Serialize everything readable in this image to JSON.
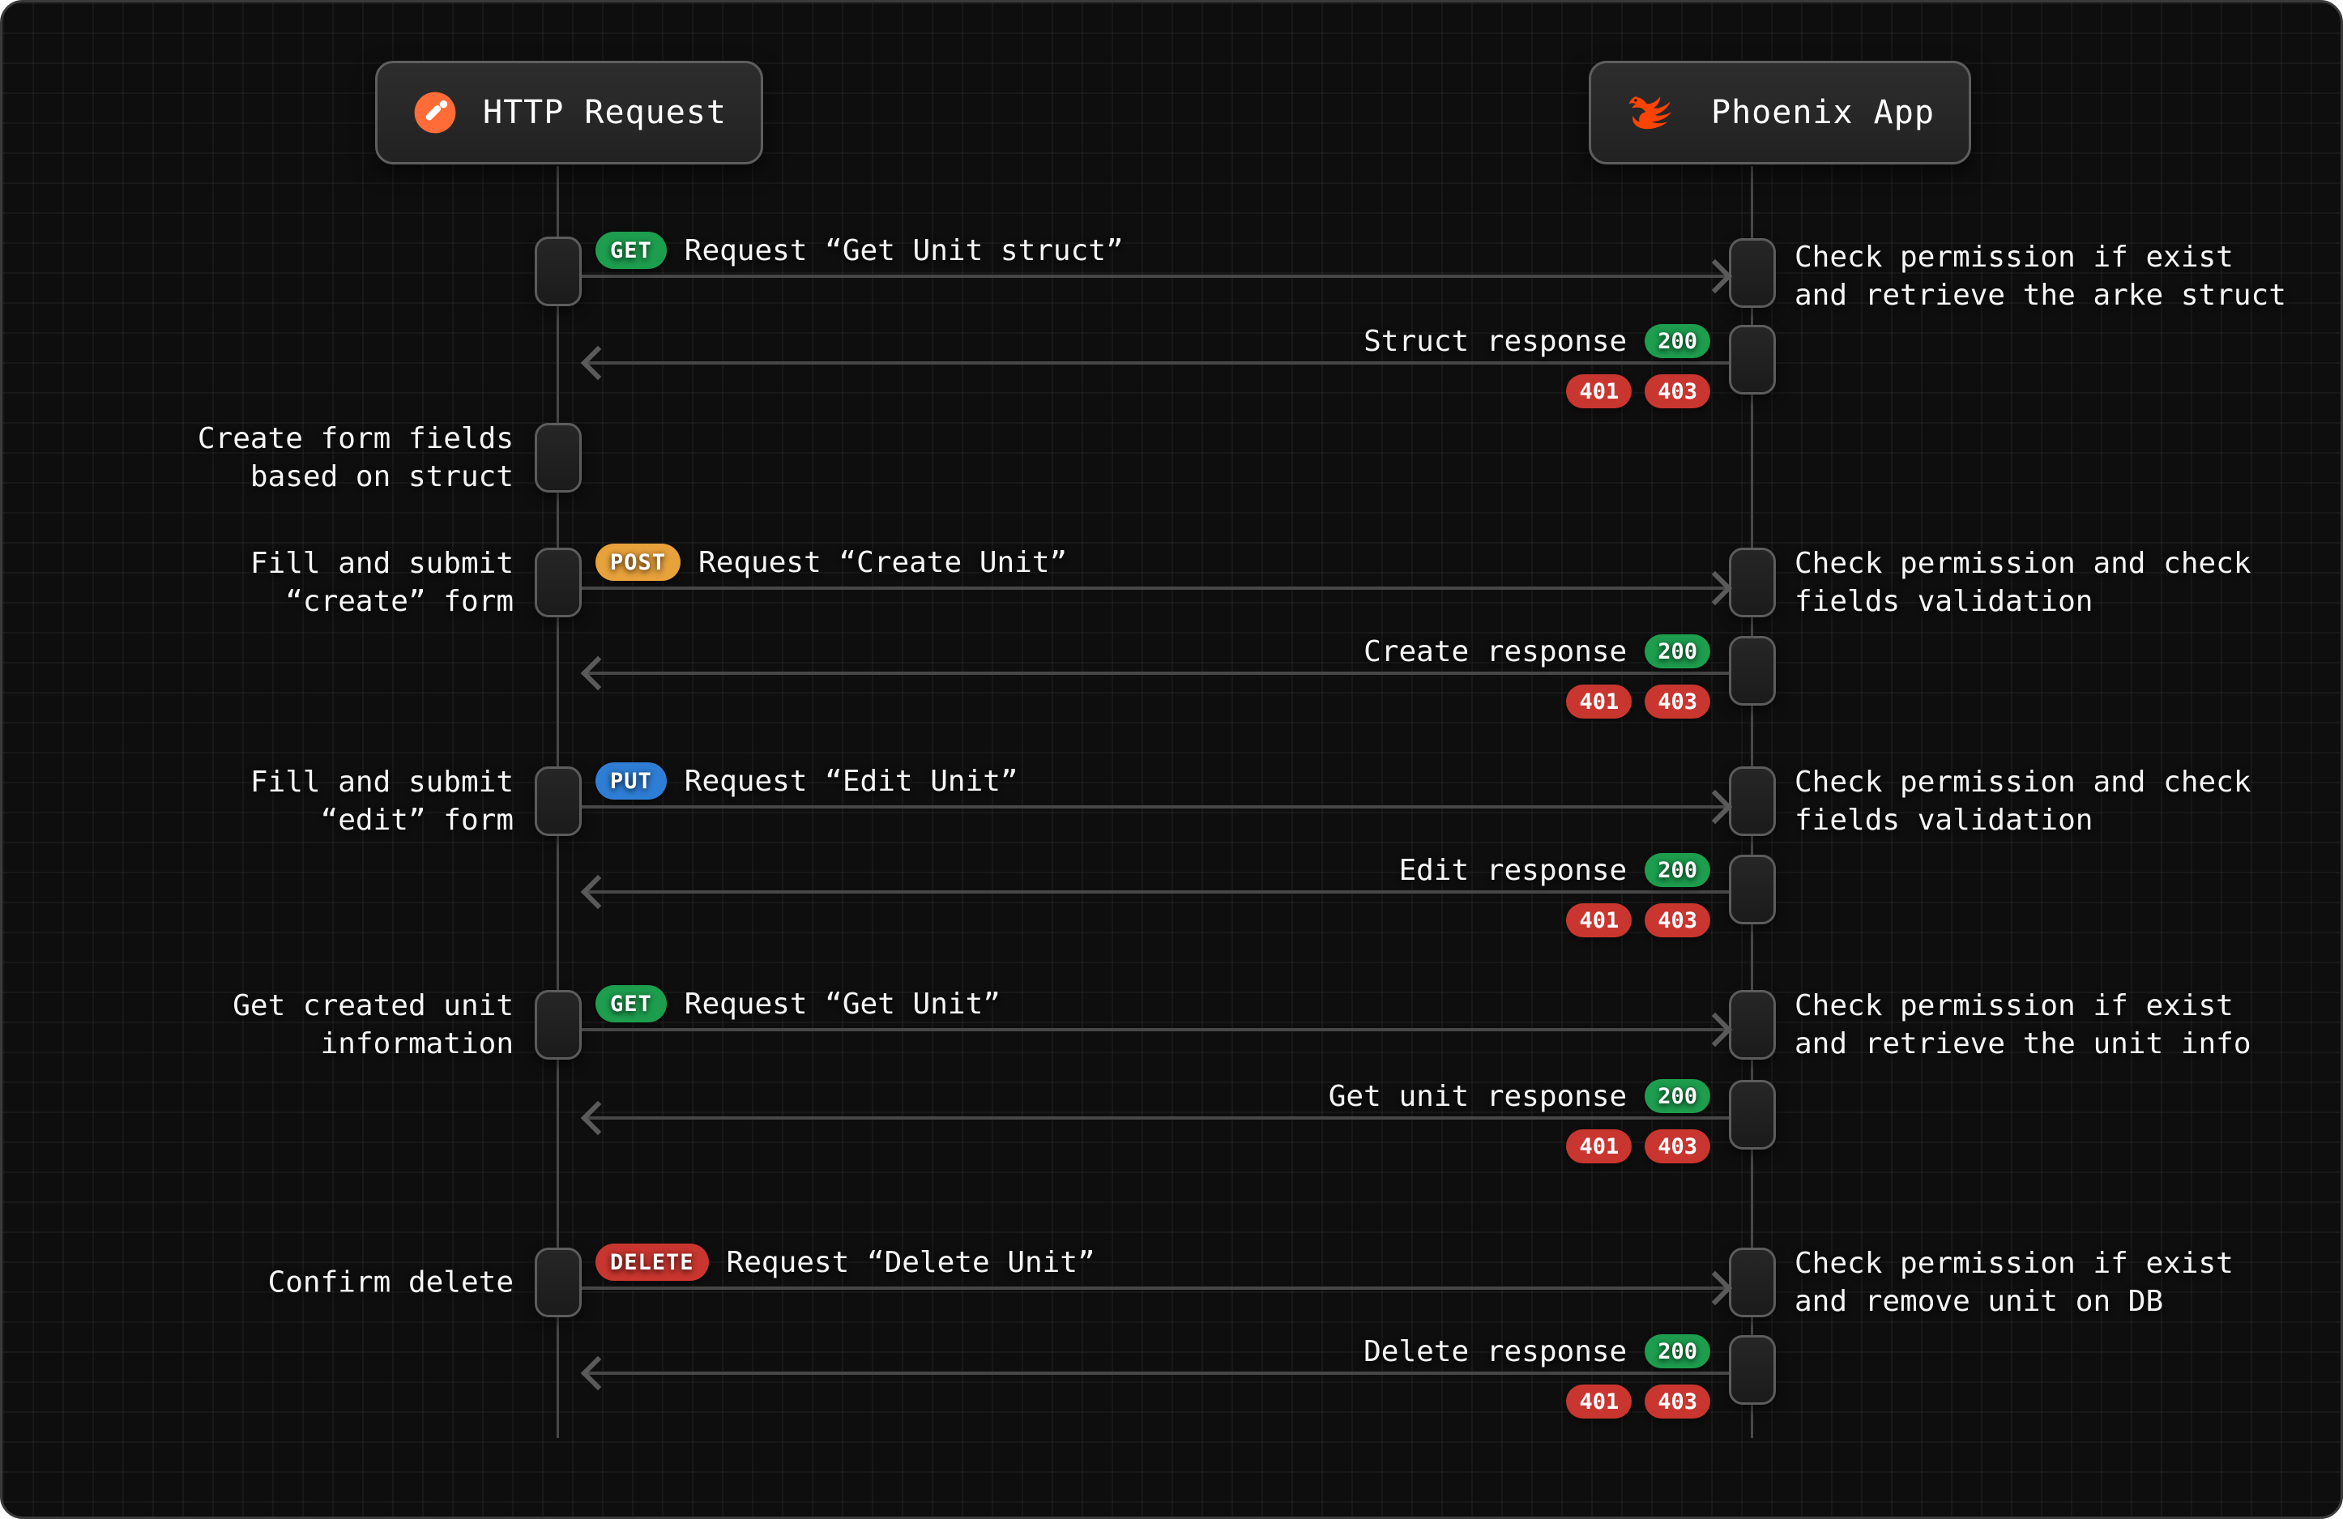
{
  "actors": {
    "client": {
      "label": "HTTP Request",
      "icon": "postman-icon"
    },
    "server": {
      "label": "Phoenix App",
      "icon": "phoenix-icon"
    }
  },
  "colors": {
    "get": "#1d9e4e",
    "post": "#e8a23b",
    "put": "#2e7ed6",
    "delete": "#c9362f",
    "success": "#1d9e4e",
    "error": "#c9362f",
    "postman_orange": "#ff6c37",
    "phoenix_orange": "#fd4300"
  },
  "steps": [
    {
      "request": {
        "method": "GET",
        "label": "Request “Get Unit struct”"
      },
      "response": {
        "label": "Struct response",
        "success": "200",
        "errors": [
          "401",
          "403"
        ]
      },
      "server_note": [
        "Check permission if exist",
        "and retrieve the arke struct"
      ]
    },
    {
      "client_note": [
        "Create form fields",
        "based on struct"
      ]
    },
    {
      "request": {
        "method": "POST",
        "label": "Request “Create Unit”"
      },
      "response": {
        "label": "Create response",
        "success": "200",
        "errors": [
          "401",
          "403"
        ]
      },
      "client_note": [
        "Fill and submit",
        "“create” form"
      ],
      "server_note": [
        "Check permission and check",
        "fields validation"
      ]
    },
    {
      "request": {
        "method": "PUT",
        "label": "Request “Edit Unit”"
      },
      "response": {
        "label": "Edit response",
        "success": "200",
        "errors": [
          "401",
          "403"
        ]
      },
      "client_note": [
        "Fill and submit",
        "“edit” form"
      ],
      "server_note": [
        "Check permission and check",
        "fields validation"
      ]
    },
    {
      "request": {
        "method": "GET",
        "label": "Request “Get Unit”"
      },
      "response": {
        "label": "Get unit response",
        "success": "200",
        "errors": [
          "401",
          "403"
        ]
      },
      "client_note": [
        "Get created unit",
        "information"
      ],
      "server_note": [
        "Check permission if exist",
        "and retrieve the unit info"
      ]
    },
    {
      "request": {
        "method": "DELETE",
        "label": "Request “Delete Unit”"
      },
      "response": {
        "label": "Delete response",
        "success": "200",
        "errors": [
          "401",
          "403"
        ]
      },
      "client_note": [
        "Confirm delete"
      ],
      "server_note": [
        "Check permission if exist",
        "and remove unit on DB"
      ]
    }
  ]
}
